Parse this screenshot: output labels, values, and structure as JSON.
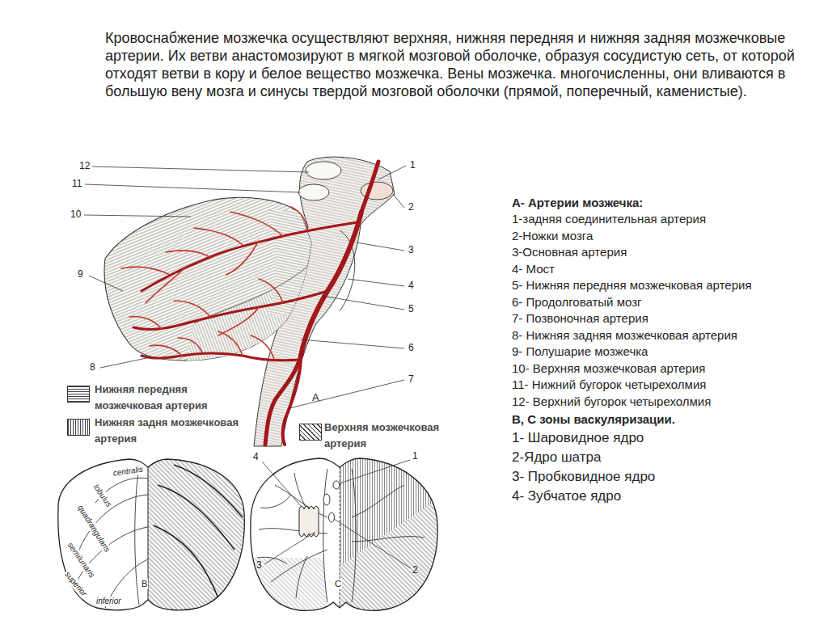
{
  "diagram": {
    "title": "Кровоснабжение мозжечка осуществляют верхняя, нижняя передняя и нижняя задняя мозжечковые артерии. Их ветви анастомозируют в мягкой мозговой оболочке, образуя сосудистую сеть, от которой отходят ветви в кору и белое вещество мозжечка. Вены мозжечка. многочисленны, они вливаются в большую вену мозга и синусы твердой мозговой оболочки (прямой, поперечный, каменистые).",
    "labels": [
      "12",
      "11",
      "10",
      "9",
      "8",
      "1",
      "2",
      "3",
      "4",
      "5",
      "6",
      "7",
      "A",
      "А- Артерии мозжечка:",
      "1-задняя соединительная артерия",
      "2-Ножки мозга",
      "3-Основная артерия",
      "4- Мост",
      "5- Нижняя передняя мозжечковая артерия",
      "6- Продолговатый мозг",
      "7- Позвоночная артерия",
      "8- Нижняя задняя мозжечковая артерия",
      "9- Полушарие мозжечка",
      "10- Верхняя мозжечковая артерия",
      "11- Нижний бугорок четырехолмия",
      "12- Верхний бугорок четырехолмия",
      "В, С зоны васкуляризации.",
      "1- Шаровидное ядро",
      "2-Ядро шатра",
      "3- Пробковидное ядро",
      "4- Зубчатое ядро",
      "centralis",
      "lobulus",
      "quadrangularis",
      "semilunaris",
      "superior",
      "inferior",
      "B",
      "4",
      "1",
      "3",
      "2",
      "C"
    ],
    "legend": [
      {
        "text": "Нижняя передняя мозжечковая артерия"
      },
      {
        "text": "Нижняя задня мозжечковая артерия"
      },
      {
        "text": "Верхняя мозжечковая артерия"
      }
    ]
  }
}
